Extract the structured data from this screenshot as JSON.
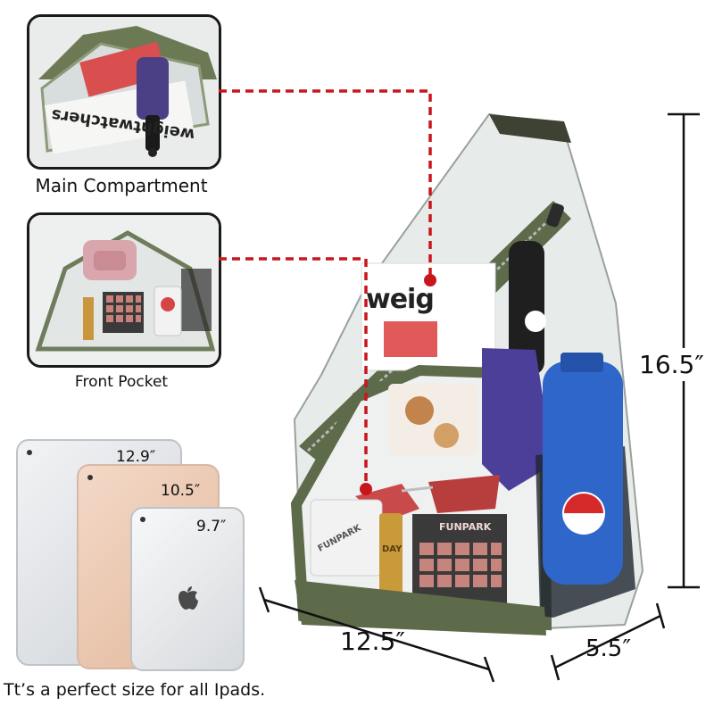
{
  "insets": {
    "main": {
      "caption": "Main Compartment",
      "magazine_text": "weightwatchers"
    },
    "front": {
      "caption": "Front Pocket"
    }
  },
  "dimensions": {
    "height": "16.5″",
    "width": "12.5″",
    "depth": "5.5″"
  },
  "bag": {
    "magazine_text": "weig",
    "palette_brand_1": "FUNPARK",
    "palette_brand_2": "FUNPARK",
    "lipstick_text": "DAY"
  },
  "ipads": {
    "sizes": [
      "12.9″",
      "10.5″",
      "9.7″"
    ],
    "caption": "Tt’s a perfect size for all Ipads."
  },
  "colors": {
    "callout_line": "#c8161d",
    "camo_trim": "#5d6b4b",
    "bottle_blue": "#2f66c9"
  }
}
